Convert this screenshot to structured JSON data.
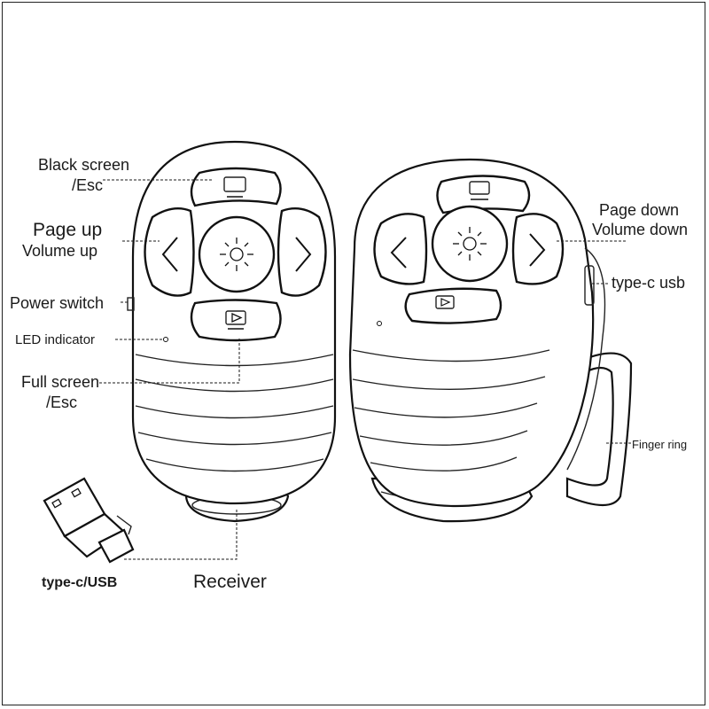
{
  "labels": {
    "black_screen": "Black screen",
    "black_screen_esc": "/Esc",
    "page_up": "Page up",
    "volume_up": "Volume up",
    "power_switch": "Power switch",
    "led_indicator": "LED indicator",
    "full_screen": "Full screen",
    "full_screen_esc": "/Esc",
    "page_down": "Page down",
    "volume_down": "Volume down",
    "type_c_usb": "type-c usb",
    "finger_ring": "Finger ring",
    "type_c_usb_adapter": "type-c/USB",
    "receiver": "Receiver"
  },
  "colors": {
    "line": "#111111",
    "background": "#ffffff"
  }
}
